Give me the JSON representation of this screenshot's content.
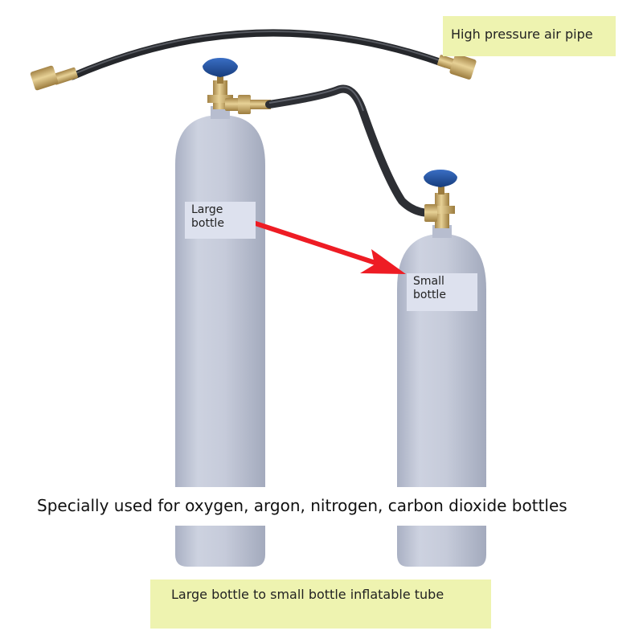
{
  "labels": {
    "pipe": "High pressure air pipe",
    "large_bottle": [
      "Large",
      "bottle"
    ],
    "small_bottle": [
      "Small",
      "bottle"
    ],
    "usage": "Specially used for oxygen, argon, nitrogen, carbon dioxide bottles",
    "caption": "Large bottle to small bottle inflatable tube"
  },
  "colors": {
    "background": "#ffffff",
    "label_box_yellow": "#eef3b0",
    "label_box_blue": "#dde1ee",
    "bottle_body": "#c3c9da",
    "valve_knob": "#1f4d96",
    "brass": "#c9a85e",
    "hose": "#2b2d31",
    "arrow": "#ee1c24"
  },
  "icons": {
    "arrow": "red-arrow-icon"
  }
}
